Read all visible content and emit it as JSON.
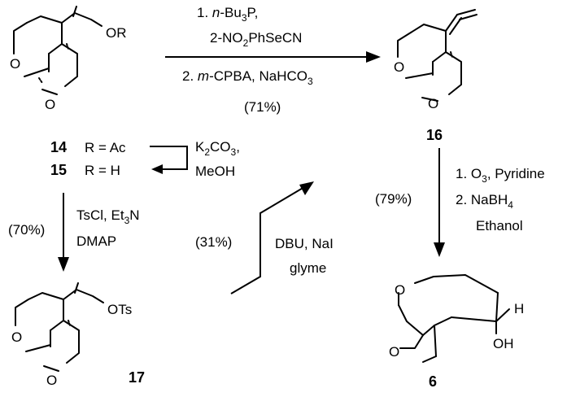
{
  "compounds": {
    "c14": {
      "number": "14",
      "r_text": "R = Ac",
      "substituent": "OR"
    },
    "c15": {
      "number": "15",
      "r_text": "R = H"
    },
    "c16": {
      "number": "16"
    },
    "c17": {
      "number": "17",
      "substituent": "OTs"
    },
    "c6": {
      "number": "6",
      "oh": "OH",
      "h": "H"
    }
  },
  "atoms": {
    "oxygen": "O"
  },
  "reactions": {
    "top": {
      "step1_a": "1. ",
      "step1_b": "n",
      "step1_c": "-Bu",
      "step1_d": "3",
      "step1_e": "P,",
      "step2_a": "2-NO",
      "step2_b": "2",
      "step2_c": "PhSeCN",
      "step3_a": "2. ",
      "step3_b": "m",
      "step3_c": "-CPBA, NaHCO",
      "step3_d": "3",
      "yield": "(71%)"
    },
    "k2co3": {
      "a": "K",
      "b": "2",
      "c": "CO",
      "d": "3",
      "e": ",",
      "f": "MeOH"
    },
    "tscl": {
      "a": "TsCl, Et",
      "b": "3",
      "c": "N",
      "d": "DMAP",
      "yield": "(70%)"
    },
    "dbu": {
      "a": "DBU, NaI",
      "b": "glyme",
      "yield": "(31%)"
    },
    "ozone": {
      "s1a": "1. O",
      "s1b": "3",
      "s1c": ", Pyridine",
      "s2a": "2. NaBH",
      "s2b": "4",
      "s3": "Ethanol",
      "yield": "(79%)"
    }
  }
}
